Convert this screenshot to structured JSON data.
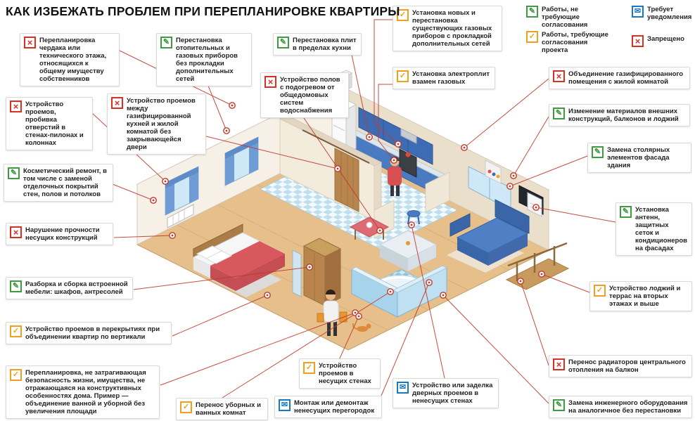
{
  "title": "КАК ИЗБЕЖАТЬ ПРОБЛЕМ ПРИ ПЕРЕПЛАНИРОВКЕ КВАРТИРЫ",
  "icons": {
    "red": "×",
    "green": "✎",
    "orange": "✓",
    "blue": "✉"
  },
  "colors": {
    "forbidden": "#d93026",
    "no_approval": "#3f9b3f",
    "project_approval": "#f0a01e",
    "notification": "#1779c4",
    "leader_line": "#c0392b"
  },
  "legend": {
    "items": [
      {
        "type": "green",
        "label": "Работы, не требующие согласования"
      },
      {
        "type": "orange",
        "label": "Работы, требующие согласования проекта"
      },
      {
        "type": "blue",
        "label": "Требует уведомления"
      },
      {
        "type": "red",
        "label": "Запрещено"
      }
    ]
  },
  "callouts": [
    {
      "type": "red",
      "text": "Перепланировка чердака или технического этажа, относящихся к общему имуществу собственников"
    },
    {
      "type": "red",
      "text": "Устройство проемов, пробивка отверстий в стенах-пилонах и колоннах"
    },
    {
      "type": "green",
      "text": "Косметический ремонт, в том числе с заменой отделочных покрытий стен, полов и потолков"
    },
    {
      "type": "red",
      "text": "Нарушение прочности несущих конструкций"
    },
    {
      "type": "green",
      "text": "Разборка и сборка встроенной мебели: шкафов, антресолей"
    },
    {
      "type": "orange",
      "text": "Устройство проемов в перекрытиях при объединении квартир по вертикали"
    },
    {
      "type": "orange",
      "text": "Перепланировка, не затрагивающая безопасность жизни, имущества, не отражающаяся на конструктивных особенностях дома. Пример — объединение ванной и уборной без увеличения площади"
    },
    {
      "type": "green",
      "text": "Перестановка отопительных и газовых приборов без прокладки дополнительных сетей"
    },
    {
      "type": "red",
      "text": "Устройство проемов между газифицированной кухней и жилой комнатой без закрывающейся двери"
    },
    {
      "type": "green",
      "text": "Перестановка плит в пределах кухни"
    },
    {
      "type": "red",
      "text": "Устройство полов с подогревом от общедомовых систем водоснабжения"
    },
    {
      "type": "orange",
      "text": "Установка новых и перестановка существующих газовых приборов с прокладкой дополнительных сетей"
    },
    {
      "type": "orange",
      "text": "Установка электроплит взамен газовых"
    },
    {
      "type": "red",
      "text": "Объединение газифицированного помещения с жилой комнатой"
    },
    {
      "type": "green",
      "text": "Изменение материалов внешних конструкций, балконов и лоджий"
    },
    {
      "type": "green",
      "text": "Замена столярных элементов фасада здания"
    },
    {
      "type": "green",
      "text": "Установка антенн, защитных сеток и кондиционеров на фасадах"
    },
    {
      "type": "orange",
      "text": "Устройство лоджий и террас на вторых этажах и выше"
    },
    {
      "type": "red",
      "text": "Перенос радиаторов центрального отопления на балкон"
    },
    {
      "type": "green",
      "text": "Замена инженерного оборудования на аналогичное без перестановки"
    },
    {
      "type": "orange",
      "text": "Устройство проемов в несущих стенах"
    },
    {
      "type": "orange",
      "text": "Перенос уборных и ванных комнат"
    },
    {
      "type": "blue",
      "text": "Монтаж или демонтаж ненесущих перегородок"
    },
    {
      "type": "blue",
      "text": "Устройство или заделка дверных проемов в ненесущих стенах"
    }
  ]
}
